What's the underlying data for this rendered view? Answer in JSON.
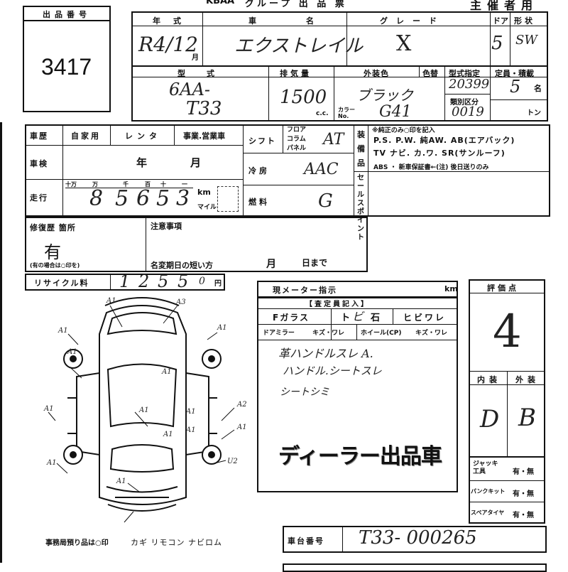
{
  "header": {
    "lot_label": "出品番号",
    "lot_number": "3417",
    "brand": "KBAA",
    "title_fragment": "グループ 出 品 票",
    "copy_label": "主催者用"
  },
  "row1": {
    "year_label": "年式",
    "car_name_label": "車名",
    "grade_label": "グレード",
    "door_label": "ドア",
    "shape_label": "形状",
    "year_value": "R4/12",
    "year_unit": "月",
    "car_name_value": "エクストレイル",
    "grade_value": "X",
    "door_value": "5",
    "shape_value": "SW"
  },
  "row2": {
    "model_label": "型式",
    "displacement_label": "排気量",
    "ext_color_label": "外装色",
    "color_swap_label": "色替",
    "type_designation_label": "型式指定",
    "capacity_label": "定員・積載",
    "model_value_1": "6AA-",
    "model_value_2": "T33",
    "displacement_value": "1500",
    "cc_unit": "c.c.",
    "color_value": "ブラック",
    "color_no_label": "カラーNo.",
    "color_no_value": "G41",
    "type_designation_value": "20399",
    "category_label": "類別区分",
    "category_value": "0019",
    "capacity_value": "5",
    "capacity_unit": "名",
    "ton_unit": "トン"
  },
  "history": {
    "history_label": "車歴",
    "private_label": "自家用",
    "rental_label": "レンタ",
    "business_label": "事業.営業車",
    "inspection_label": "車検",
    "year_word": "年",
    "month_word": "月",
    "mileage_label": "走行",
    "digit_headers": [
      "十万",
      "万",
      "千",
      "百",
      "十",
      "一"
    ],
    "mileage_digits": [
      "8",
      "5",
      "6",
      "5",
      "3"
    ],
    "km_label": "km",
    "mile_label": "マイル"
  },
  "shift": {
    "shift_label": "シフト",
    "floor_label": "フロア",
    "column_label": "コラム",
    "panel_label": "パネル",
    "shift_value": "AT",
    "ac_label": "冷房",
    "ac_value": "AAC",
    "fuel_label": "燃料",
    "fuel_value": "G"
  },
  "equipment": {
    "label": "装備品",
    "note": "※純正のみ○印を記入",
    "line1": "P.S. P.W. 純AW. AB(エアバック)",
    "line2": "TV ナビ. カ.ワ. SR(サンルーフ)",
    "line3": "ABS ・ 新車保証書←(注) 後日送りのみ",
    "sales_point_label": "セールスポイント"
  },
  "repair": {
    "label": "修復歴 箇所",
    "value": "有",
    "note": "(有の場合は○印を)",
    "notes_label": "注意事項",
    "name_change_label": "名変期日の短い方",
    "month_word": "月",
    "day_word": "日まで"
  },
  "recycle": {
    "label": "リサイクル料",
    "digits": [
      "1",
      "2",
      "5",
      "5",
      "0"
    ],
    "unit": "円"
  },
  "meter": {
    "label": "現メーター指示",
    "unit": "km"
  },
  "inspector": {
    "title": "【査定員記入】",
    "fglass_label": "Fガラス",
    "stone_label": "ト",
    "stone_mark": "ビ",
    "stone_label_2": "石",
    "crack_label": "ヒビワレ",
    "mirror_label": "ドアミラー",
    "mirror_value": "キズ・ワレ",
    "wheel_label": "ホイール(CP)",
    "wheel_value": "キズ・ワレ",
    "comment_1": "革ハンドルスレ A.",
    "comment_2": "ハンドル.シートスレ",
    "comment_3": "シートシミ",
    "stamp": "ディーラー出品車"
  },
  "rating": {
    "label": "評価点",
    "value": "4",
    "interior_label": "内装",
    "exterior_label": "外装",
    "interior_value": "D",
    "exterior_value": "B",
    "jack_label": "ジャッキ工具",
    "puncture_label": "パンクキット",
    "spare_label": "スペアタイヤ",
    "yes_no": "有・無"
  },
  "diagram": {
    "marks": [
      "A1",
      "A3",
      "A1",
      "A1",
      "A1",
      "A1",
      "A1",
      "A1",
      "A1",
      "A1",
      "A1",
      "A2",
      "A1",
      "U2",
      "A1",
      "A1"
    ]
  },
  "footer": {
    "office_label": "事務局預り品は○印",
    "key_items": "カギ リモコン ナビロム",
    "chassis_label": "車台番号",
    "chassis_value": "T33- 000265"
  }
}
